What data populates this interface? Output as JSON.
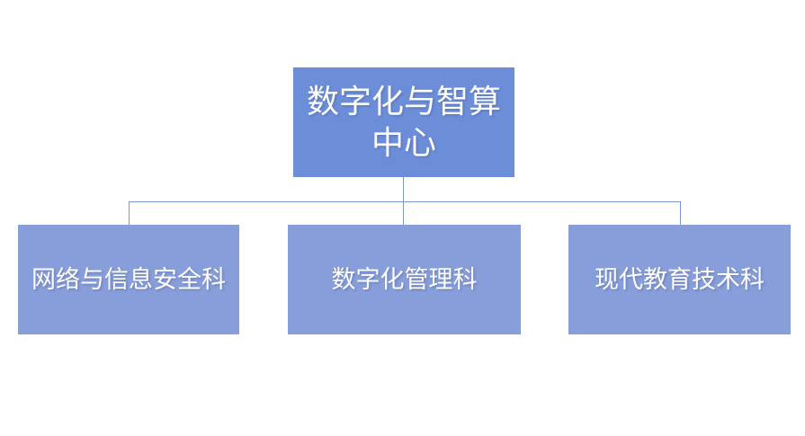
{
  "diagram": {
    "type": "org-chart",
    "root": {
      "label": "数字化与智算中心"
    },
    "children": [
      {
        "label": "网络与信息安全科"
      },
      {
        "label": "数字化管理科"
      },
      {
        "label": "现代教育技术科"
      }
    ],
    "colors": {
      "root_fill": "#6C8ED9",
      "child_fill": "#879EDB",
      "connector": "#7C96D6",
      "text": "#FFFFFF",
      "background": "#FFFFFF"
    }
  }
}
